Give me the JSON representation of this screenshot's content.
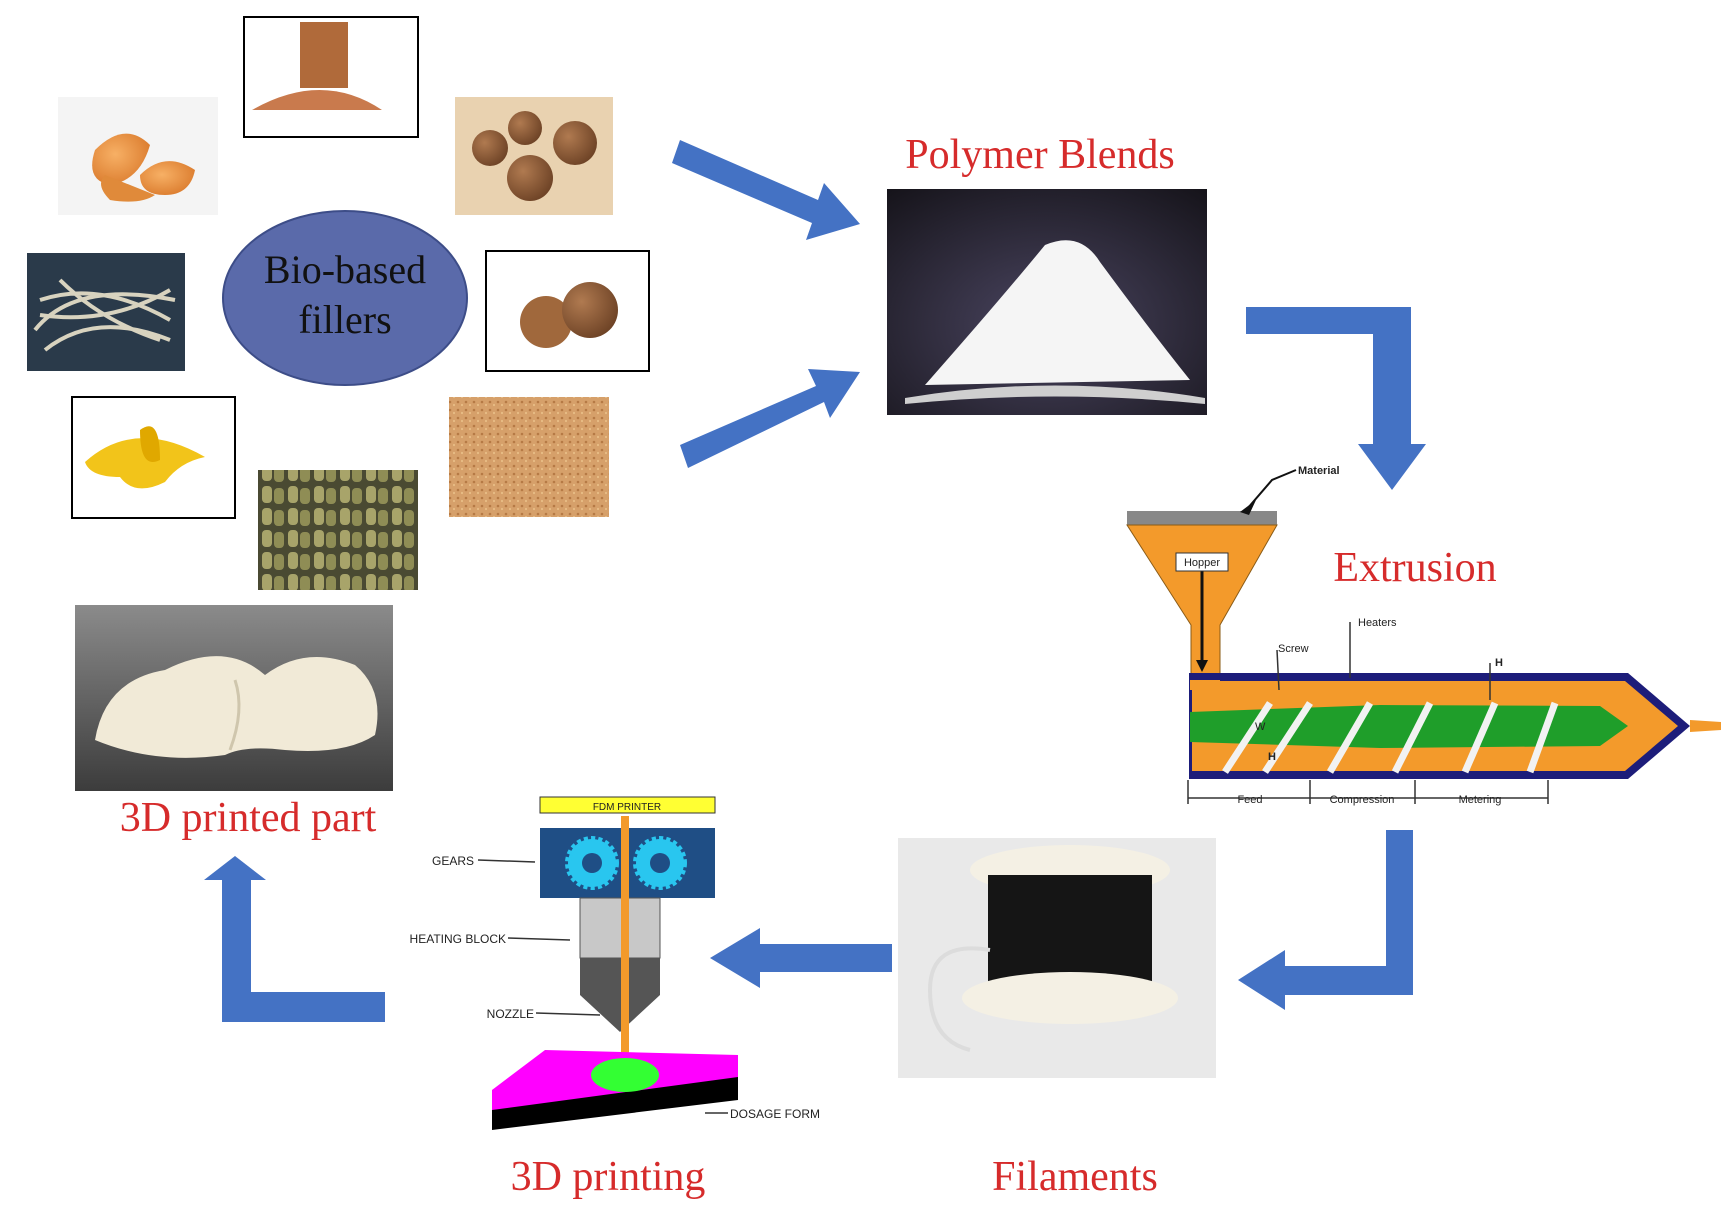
{
  "filler_label_line1": "Bio-based",
  "filler_label_line2": "fillers",
  "stages": {
    "polymer_blends": "Polymer Blends",
    "extrusion": "Extrusion",
    "filaments": "Filaments",
    "printing": "3D printing",
    "printed_part": "3D printed part"
  },
  "extruder_labels": {
    "material": "Material",
    "hopper": "Hopper",
    "screw": "Screw",
    "heaters": "Heaters",
    "h_top": "H",
    "w": "W",
    "h_bottom": "H",
    "feed": "Feed",
    "compression": "Compression",
    "metering": "Metering"
  },
  "printer_labels": {
    "title": "FDM PRINTER",
    "gears": "GEARS",
    "heating_block": "HEATING BLOCK",
    "nozzle": "NOZZLE",
    "dosage_form": "DOSAGE FORM"
  },
  "colors": {
    "stage_text": "#d62b2b",
    "arrow": "#4472c4",
    "ellipse": "#5a6aaa",
    "extruder_orange": "#f39a2b",
    "screw_green": "#1f9e2a",
    "barrel_navy": "#1d1d7a",
    "printer_yellow": "#ffff33",
    "gear_cyan": "#29c6ef",
    "build_plate_magenta": "#ff00ff",
    "print_green": "#33ff33"
  }
}
